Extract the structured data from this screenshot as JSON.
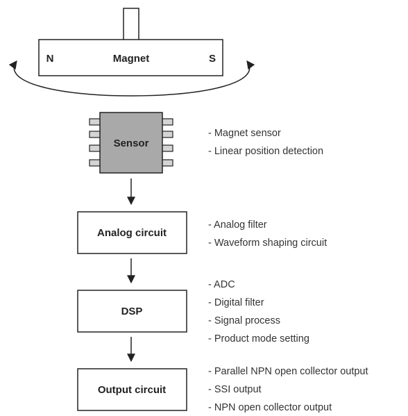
{
  "magnet": {
    "label": "Magnet",
    "north": "N",
    "south": "S"
  },
  "sensor": {
    "label": "Sensor",
    "notes": [
      "- Magnet sensor",
      "- Linear position detection"
    ]
  },
  "analog": {
    "label": "Analog circuit",
    "notes": [
      "- Analog filter",
      "- Waveform shaping circuit"
    ]
  },
  "dsp": {
    "label": "DSP",
    "notes": [
      "- ADC",
      "- Digital filter",
      "- Signal process",
      "- Product mode setting"
    ]
  },
  "output": {
    "label": "Output circuit",
    "notes": [
      "- Parallel NPN open collector output",
      "- SSI output",
      "- NPN open collector output"
    ]
  },
  "colors": {
    "stroke": "#222222",
    "sensor_fill": "#a9a9a9",
    "pin_fill": "#d4d4d4"
  }
}
